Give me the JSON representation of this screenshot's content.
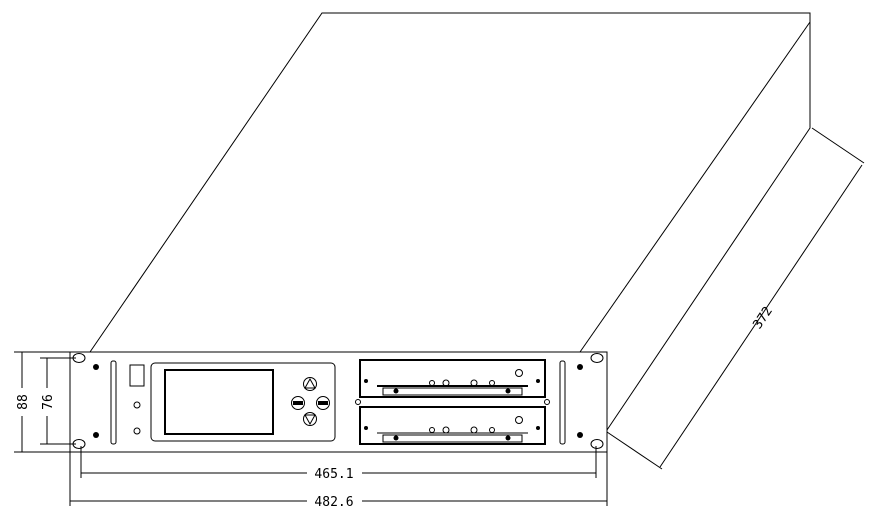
{
  "dimensions": {
    "depth": "372",
    "panel_height": "88",
    "mount_hole_spacing_vertical": "76",
    "mount_hole_spacing_horizontal": "465.1",
    "panel_width": "482.6"
  },
  "colors": {
    "line": "#000000",
    "background": "#ffffff"
  }
}
